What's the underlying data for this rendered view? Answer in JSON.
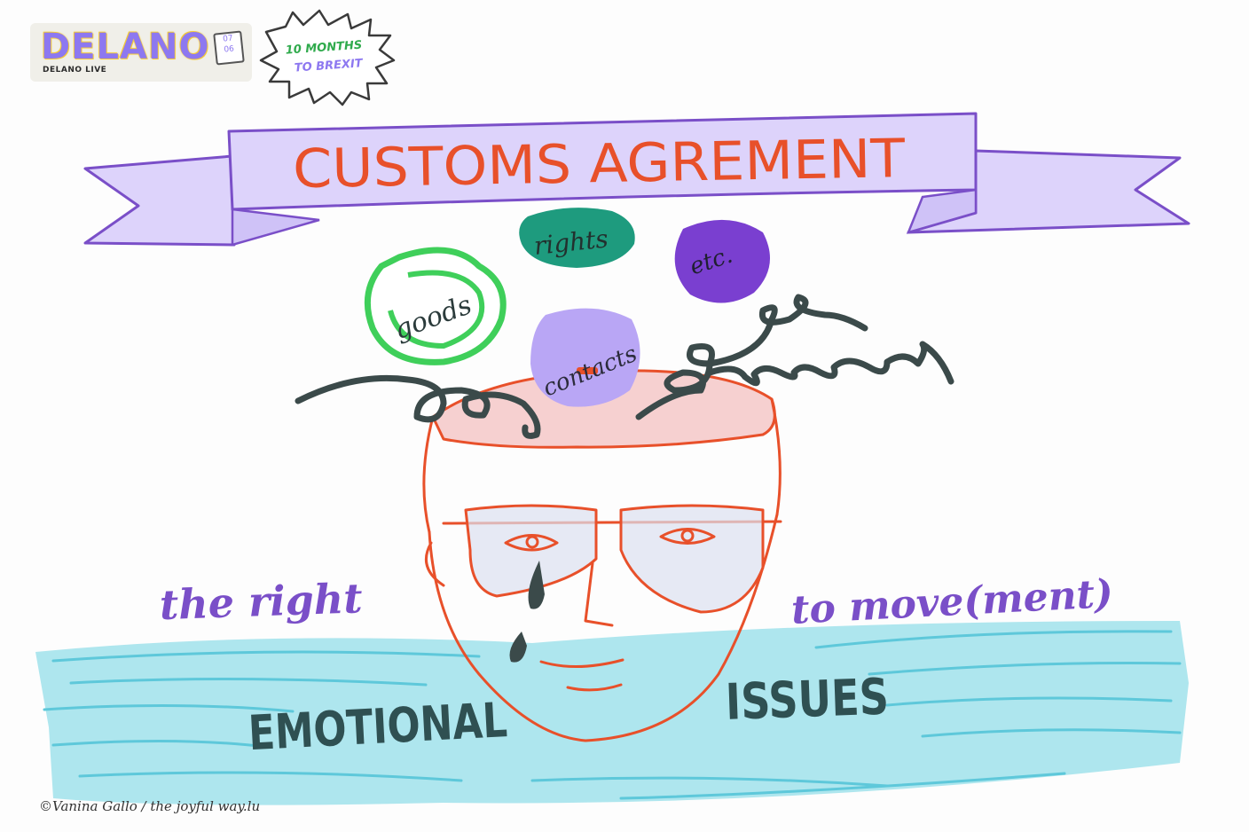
{
  "logo": {
    "word": "DELANO",
    "subtitle": "DELANO LIVE",
    "date_top": "07",
    "date_bottom": "06"
  },
  "badge": {
    "line1": "10 MONTHS",
    "line2": "TO BREXIT"
  },
  "banner": {
    "title": "CUSTOMS AGREMENT"
  },
  "blobs": {
    "goods": "goods",
    "rights": "rights",
    "etc": "etc.",
    "contacts": "contacts"
  },
  "captions": {
    "left": "the right",
    "right": "to move(ment)"
  },
  "water_words": {
    "left": "EMOTIONAL",
    "right": "ISSUES"
  },
  "credit": "©Vanina Gallo / the joyful way.lu",
  "colors": {
    "purple": "#7a4fc8",
    "orange_red": "#e8502a",
    "green": "#3fcf5a",
    "teal": "#1e9b7e",
    "lavender": "#b9a6f5",
    "water": "#aee6ee",
    "ink": "#3b4a4a"
  }
}
